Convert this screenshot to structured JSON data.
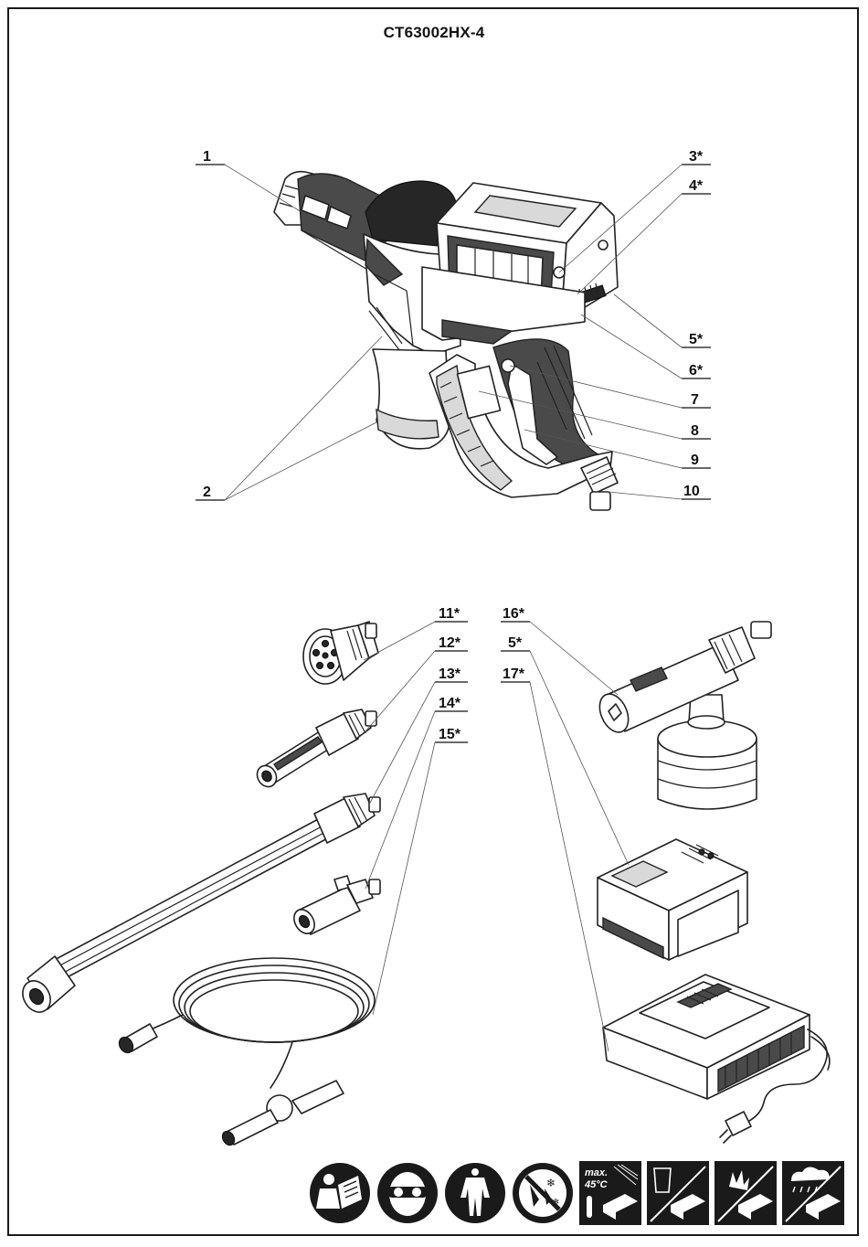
{
  "title": "CT63002HX-4",
  "labels": {
    "l1": "1",
    "l2": "2",
    "l3": "3*",
    "l4": "4*",
    "l5": "5*",
    "l6": "6*",
    "l7": "7",
    "l8": "8",
    "l9": "9",
    "l10": "10",
    "l11": "11*",
    "l12": "12*",
    "l13": "13*",
    "l14": "14*",
    "l15": "15*",
    "l16": "16*",
    "l5b": "5*",
    "l17": "17*"
  },
  "icons": [
    {
      "icon": "read-manual-icon"
    },
    {
      "icon": "safety-goggles-icon"
    },
    {
      "icon": "protective-clothing-icon"
    },
    {
      "icon": "no-rain-snow-icon"
    },
    {
      "icon": "max-temperature-battery-icon",
      "text_line1": "max.",
      "text_line2": "45°C"
    },
    {
      "icon": "no-disposal-battery-icon"
    },
    {
      "icon": "no-fire-battery-icon"
    },
    {
      "icon": "no-rain-battery-icon"
    }
  ]
}
